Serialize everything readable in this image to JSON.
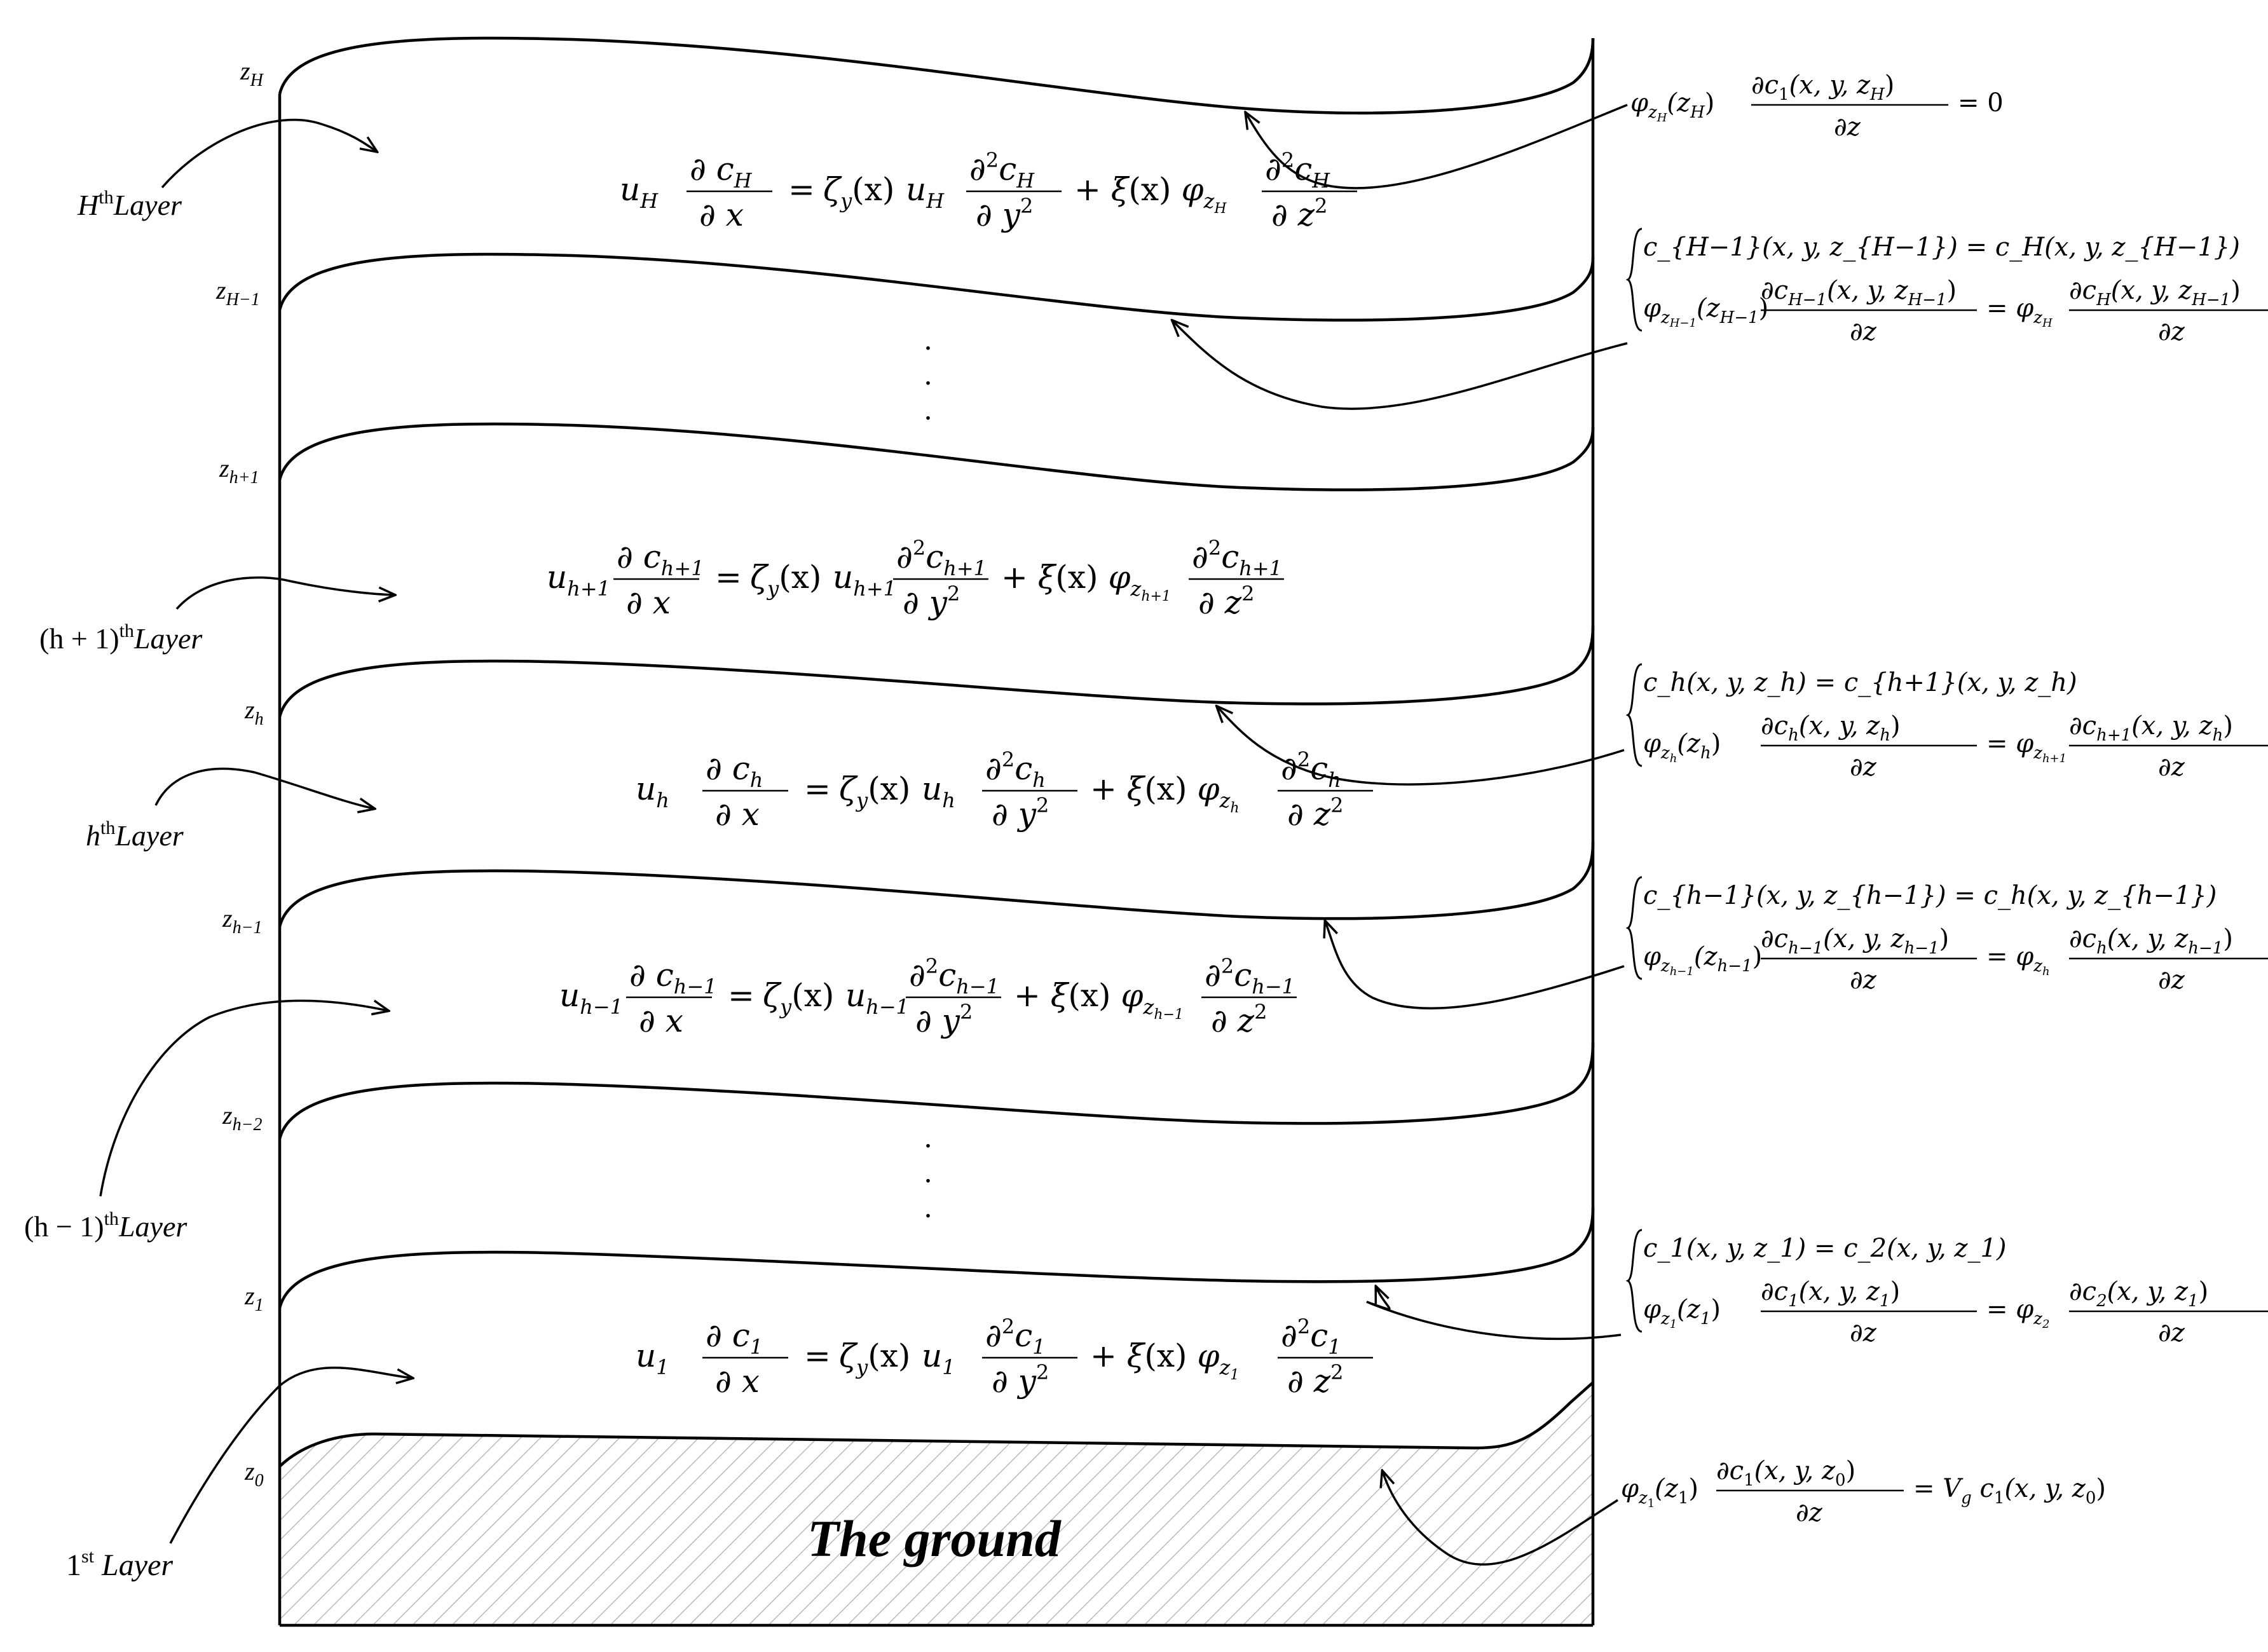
{
  "ground_label": "The ground",
  "ground_hatch_color": "#b9b9b9",
  "line_color": "#000000",
  "ellipsis": ".",
  "z_labels": [
    {
      "base": "z",
      "sub": "H"
    },
    {
      "base": "z",
      "sub": "H−1"
    },
    {
      "base": "z",
      "sub": "h+1"
    },
    {
      "base": "z",
      "sub": "h"
    },
    {
      "base": "z",
      "sub": "h−1"
    },
    {
      "base": "z",
      "sub": "h−2"
    },
    {
      "base": "z",
      "sub": "1"
    },
    {
      "base": "z",
      "sub": "0"
    }
  ],
  "layer_labels": [
    {
      "pre": "H",
      "sup": "th",
      "post": "Layer"
    },
    {
      "pre": "(h + 1)",
      "sup": "th",
      "post": "Layer"
    },
    {
      "pre": "h",
      "sup": "th",
      "post": "Layer"
    },
    {
      "pre": "(h − 1)",
      "sup": "th",
      "post": "Layer"
    },
    {
      "pre": "1",
      "sup": "st",
      "post": " Layer"
    }
  ],
  "layer_equations": [
    {
      "i": "H",
      "phi_sub": "z",
      "phi_subsub": "H"
    },
    {
      "i": "h+1",
      "phi_sub": "z",
      "phi_subsub": "h+1"
    },
    {
      "i": "h",
      "phi_sub": "z",
      "phi_subsub": "h"
    },
    {
      "i": "h−1",
      "phi_sub": "z",
      "phi_subsub": "h−1"
    },
    {
      "i": "1",
      "phi_sub": "z",
      "phi_subsub": "1"
    }
  ],
  "equation_symbols": {
    "u": "u",
    "partial": "∂",
    "c": "c",
    "x": "x",
    "equals": "=",
    "zeta": "ζ",
    "zeta_sub": "y",
    "paren_x": "(x)",
    "partial_sq": "∂",
    "sq": "2",
    "y": "y",
    "plus": "+",
    "xi": "ξ",
    "phi": "φ",
    "z": "z"
  },
  "boundary_conditions": [
    {
      "type": "top",
      "text": "φz_H(z_H) ∂c1(x,y,z_H)/∂z = 0"
    },
    {
      "type": "interface",
      "line1": "c_{H−1}(x, y, z_{H−1}) = c_H(x, y, z_{H−1})",
      "phi_left": "φ",
      "phi_left_sub": "z",
      "phi_left_subsub": "H−1",
      "arg_left": "(z",
      "arg_left_sub": "H−1",
      "num_left": "∂c",
      "num_left_sub": "H−1",
      "num_left_args": "(x, y, z",
      "num_left_args_sub": "H−1",
      "phi_right_subsub": "H",
      "num_right_sub": "H",
      "num_right_args_sub": "H−1"
    },
    {
      "type": "interface",
      "line1": "c_h(x, y, z_h) = c_{h+1}(x, y, z_h)",
      "phi_left": "φ",
      "phi_left_sub": "z",
      "phi_left_subsub": "h",
      "arg_left": "(z",
      "arg_left_sub": "h",
      "num_left": "∂c",
      "num_left_sub": "h",
      "num_left_args": "(x, y, z",
      "num_left_args_sub": "h",
      "phi_right_subsub": "h+1",
      "num_right_sub": "h+1",
      "num_right_args_sub": "h"
    },
    {
      "type": "interface",
      "line1": "c_{h−1}(x, y, z_{h−1}) = c_h(x, y, z_{h−1})",
      "phi_left": "φ",
      "phi_left_sub": "z",
      "phi_left_subsub": "h−1",
      "arg_left": "(z",
      "arg_left_sub": "h−1",
      "num_left": "∂c",
      "num_left_sub": "h−1",
      "num_left_args": "(x, y, z",
      "num_left_args_sub": "h−1",
      "phi_right_subsub": "h",
      "num_right_sub": "h",
      "num_right_args_sub": "h−1"
    },
    {
      "type": "interface",
      "line1": "c_1(x, y, z_1) = c_2(x, y, z_1)",
      "phi_left": "φ",
      "phi_left_sub": "z",
      "phi_left_subsub": "1",
      "arg_left": "(z",
      "arg_left_sub": "1",
      "num_left": "∂c",
      "num_left_sub": "1",
      "num_left_args": "(x, y, z",
      "num_left_args_sub": "1",
      "phi_right_subsub": "2",
      "num_right_sub": "2",
      "num_right_args_sub": "1"
    },
    {
      "type": "ground",
      "text": "φz_1(z_1) ∂c1(x,y,z0)/∂z = V_g c1(x,y,z0)",
      "rhs_V": "V",
      "rhs_V_sub": "g"
    }
  ]
}
